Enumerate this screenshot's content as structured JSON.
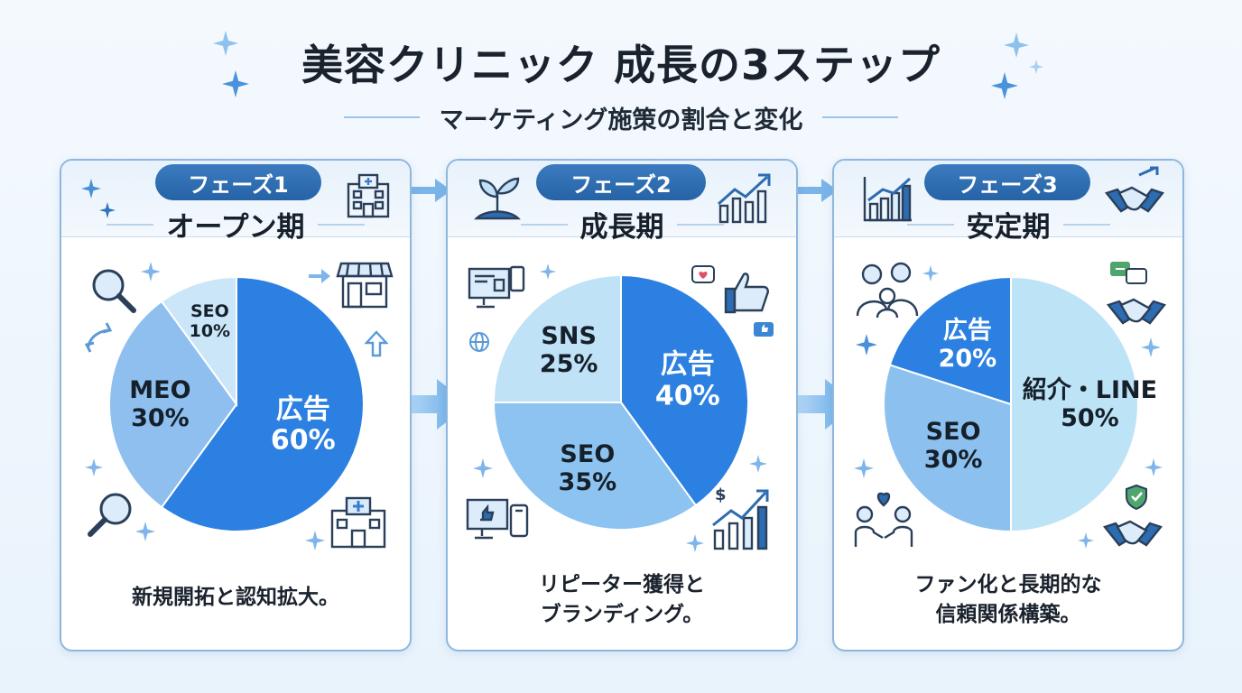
{
  "title": "美容クリニック 成長の3ステップ",
  "subtitle": "マーケティング施策の割合と変化",
  "colors": {
    "ad_dark": "#2a7fe0",
    "seo": "#7fb6ec",
    "meo": "#8fbfee",
    "light": "#c9e6f7",
    "frame": "#8fb7dd",
    "pill": "#2d6cb0"
  },
  "phases": [
    {
      "badge": "フェーズ1",
      "name": "オープン期",
      "caption_lines": [
        "新規開拓と認知拡大。"
      ]
    },
    {
      "badge": "フェーズ2",
      "name": "成長期",
      "caption_lines": [
        "リピーター獲得と",
        "ブランディング。"
      ]
    },
    {
      "badge": "フェーズ3",
      "name": "安定期",
      "caption_lines": [
        "ファン化と長期的な",
        "信頼関係構築。"
      ]
    }
  ],
  "chart_data": [
    {
      "type": "pie",
      "title": "オープン期",
      "slices": [
        {
          "label": "広告",
          "value": 60,
          "display": "60%",
          "color": "#2b80e1"
        },
        {
          "label": "MEO",
          "value": 30,
          "display": "30%",
          "color": "#8ebfef"
        },
        {
          "label": "SEO",
          "value": 10,
          "display": "10%",
          "color": "#cbe6f8"
        }
      ]
    },
    {
      "type": "pie",
      "title": "成長期",
      "slices": [
        {
          "label": "広告",
          "value": 40,
          "display": "40%",
          "color": "#2b80e1"
        },
        {
          "label": "SEO",
          "value": 35,
          "display": "35%",
          "color": "#8cc3f0"
        },
        {
          "label": "SNS",
          "value": 25,
          "display": "25%",
          "color": "#bfe2f6"
        }
      ]
    },
    {
      "type": "pie",
      "title": "安定期",
      "slices": [
        {
          "label": "紹介・LINE",
          "value": 50,
          "display": "50%",
          "color": "#bde3f6"
        },
        {
          "label": "SEO",
          "value": 30,
          "display": "30%",
          "color": "#8cc0ef"
        },
        {
          "label": "広告",
          "value": 20,
          "display": "20%",
          "color": "#2b80e1"
        }
      ]
    }
  ],
  "icons": [
    "hospital-icon",
    "sprout-icon",
    "growth-chart-icon",
    "bar-chart-icon",
    "handshake-icon",
    "search-icon",
    "storefront-icon",
    "arrow-up-icon",
    "refresh-arrows-icon",
    "desktop-icon",
    "smartphone-icon",
    "globe-icon",
    "like-icon",
    "heart-bubble-icon",
    "family-icon",
    "chat-icon",
    "people-heart-icon",
    "shield-check-icon",
    "dollar-growth-icon"
  ]
}
